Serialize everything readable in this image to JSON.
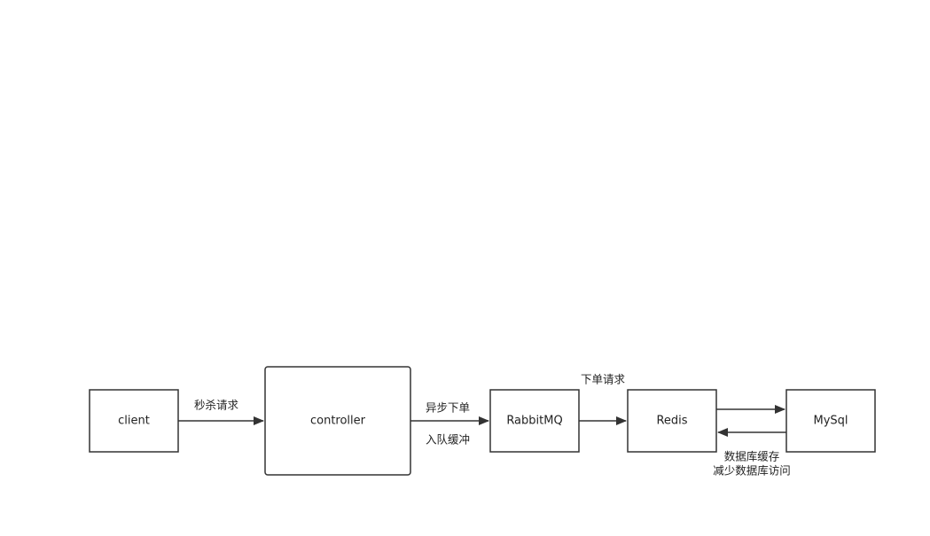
{
  "diagram": {
    "nodes": {
      "client": {
        "label": "client"
      },
      "controller": {
        "label": "controller"
      },
      "rabbitmq": {
        "label": "RabbitMQ"
      },
      "redis": {
        "label": "Redis"
      },
      "mysql": {
        "label": "MySql"
      }
    },
    "edges": {
      "client_to_controller": {
        "label": "秒杀请求"
      },
      "controller_to_rabbitmq": {
        "label_top": "异步下单",
        "label_bottom": "入队缓冲"
      },
      "rabbitmq_to_redis": {
        "label": "下单请求"
      },
      "redis_mysql": {
        "label_line1": "数据库缓存",
        "label_line2": "减少数据库访问"
      }
    },
    "colors": {
      "stroke": "#333333",
      "text": "#222222",
      "background": "#ffffff"
    }
  }
}
